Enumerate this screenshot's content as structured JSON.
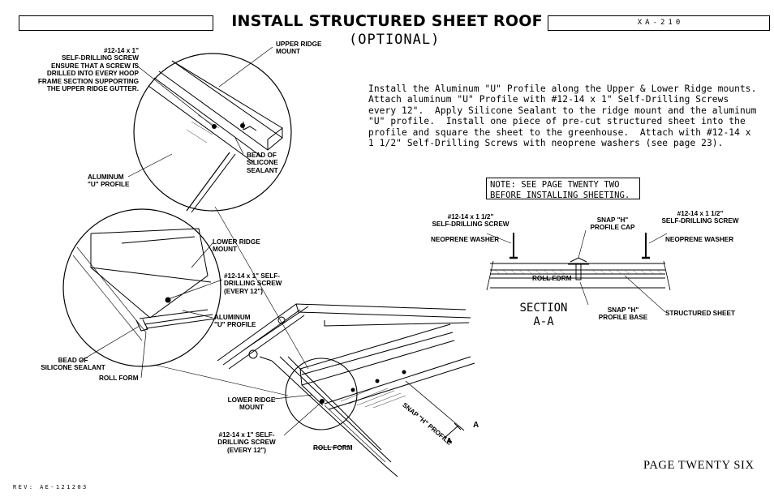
{
  "header": {
    "title": "INSTALL STRUCTURED SHEET ROOF",
    "subtitle": "(OPTIONAL)",
    "doc_id": "XA-210"
  },
  "instructions": "Install the Aluminum \"U\" Profile along the Upper & Lower Ridge mounts.\nAttach aluminum \"U\" Profile with #12-14 x 1\" Self-Drilling Screws\nevery 12\".  Apply Silicone Sealant to the ridge mount and the aluminum\n\"U\" profile.  Install one piece of pre-cut structured sheet into the\nprofile and square the sheet to the greenhouse.  Attach with #12-14 x\n1 1/2\" Self-Drilling Screws with neoprene washers (see page 23).",
  "note": "NOTE: SEE PAGE TWENTY TWO\nBEFORE INSTALLING SHEETING.",
  "detail_upper": {
    "screw_note": "#12-14 x 1\"\nSELF-DRILLING SCREW\nENSURE THAT A SCREW IS\nDRILLED INTO EVERY HOOP\nFRAME SECTION SUPPORTING\nTHE UPPER RIDGE GUTTER.",
    "upper_ridge_mount": "UPPER RIDGE\nMOUNT",
    "bead_of_silicone": "BEAD OF\nSILICONE\nSEALANT",
    "aluminum_u_profile": "ALUMINUM\n\"U\" PROFILE"
  },
  "detail_lower": {
    "lower_ridge_mount": "LOWER RIDGE\nMOUNT",
    "screw": "#12-14 x 1\" SELF-\nDRILLING SCREW\n(EVERY 12\")",
    "aluminum_u_profile": "ALUMINUM\n\"U\" PROFILE",
    "bead_of_silicone": "BEAD OF\nSILICONE SEALANT",
    "roll_form": "ROLL FORM"
  },
  "main_view": {
    "lower_ridge_mount": "LOWER RIDGE\nMOUNT",
    "screw": "#12-14 x 1\" SELF-\nDRILLING SCREW\n(EVERY 12\")",
    "roll_form": "ROLL FORM",
    "snap_h_profile": "SNAP \"H\" PROFILE",
    "section_mark": "A"
  },
  "section_view": {
    "screw_left": "#12-14 x 1 1/2\"\nSELF-DRILLING SCREW",
    "screw_right": "#12-14 x 1 1/2\"\nSELF-DRILLING SCREW",
    "washer_left": "NEOPRENE WASHER",
    "washer_right": "NEOPRENE WASHER",
    "snap_cap": "SNAP \"H\"\nPROFILE CAP",
    "roll_form": "ROLL FORM",
    "snap_base": "SNAP \"H\"\nPROFILE BASE",
    "structured_sheet": "STRUCTURED SHEET",
    "section_title": "SECTION\nA-A"
  },
  "footer": {
    "page": "PAGE TWENTY SIX",
    "revision": "REV: AE-121203"
  }
}
